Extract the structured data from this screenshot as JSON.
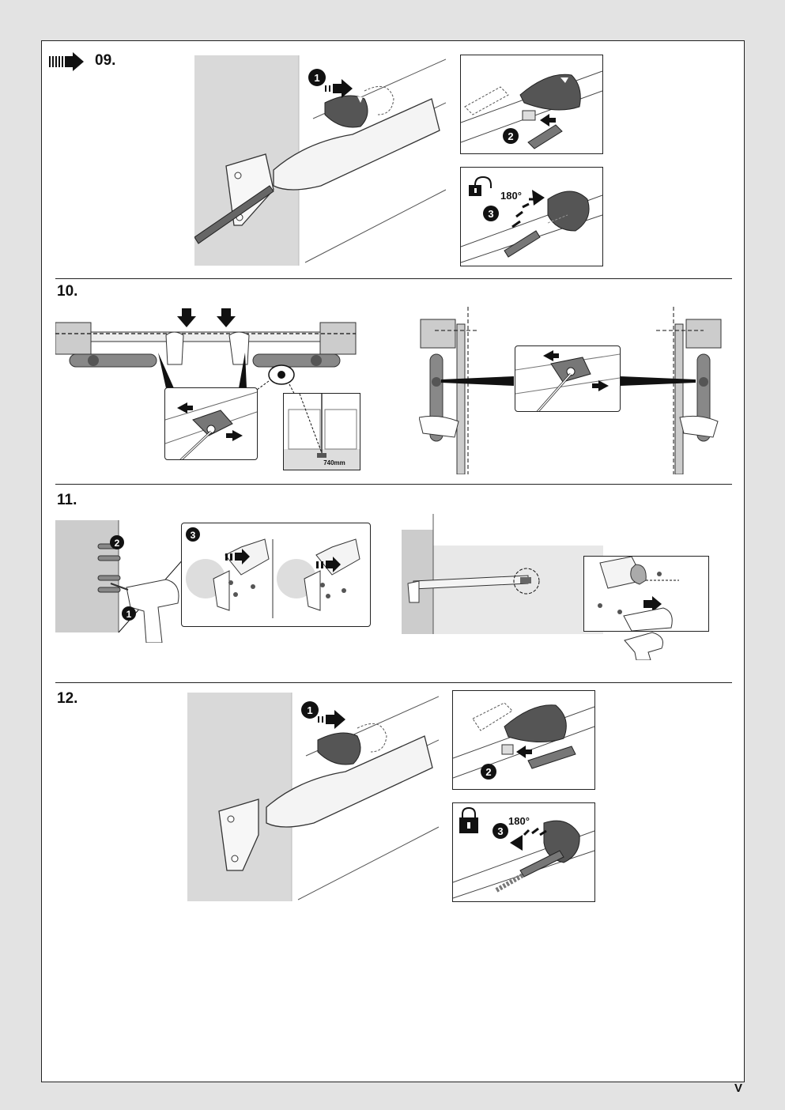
{
  "page": {
    "page_number": "V"
  },
  "steps": [
    {
      "number": "09."
    },
    {
      "number": "10."
    },
    {
      "number": "11."
    },
    {
      "number": "12."
    }
  ],
  "callouts": {
    "s09_one": "1",
    "s09_two": "2",
    "s09_three": "3",
    "s11_one": "1",
    "s11_two": "2",
    "s11_three": "3",
    "s12_one": "1",
    "s12_two": "2",
    "s12_three": "3"
  },
  "labels": {
    "s09_angle": "180°",
    "s12_angle": "180°",
    "s10_measure": "740mm"
  },
  "colors": {
    "ink": "#222222",
    "shade": "#888888",
    "wall": "#d9d9d9",
    "background": "#e3e3e3"
  },
  "icons": [
    "arrow-right-icon",
    "unlock-icon",
    "lock-icon",
    "eye-icon",
    "drill-icon",
    "hand-icon"
  ]
}
